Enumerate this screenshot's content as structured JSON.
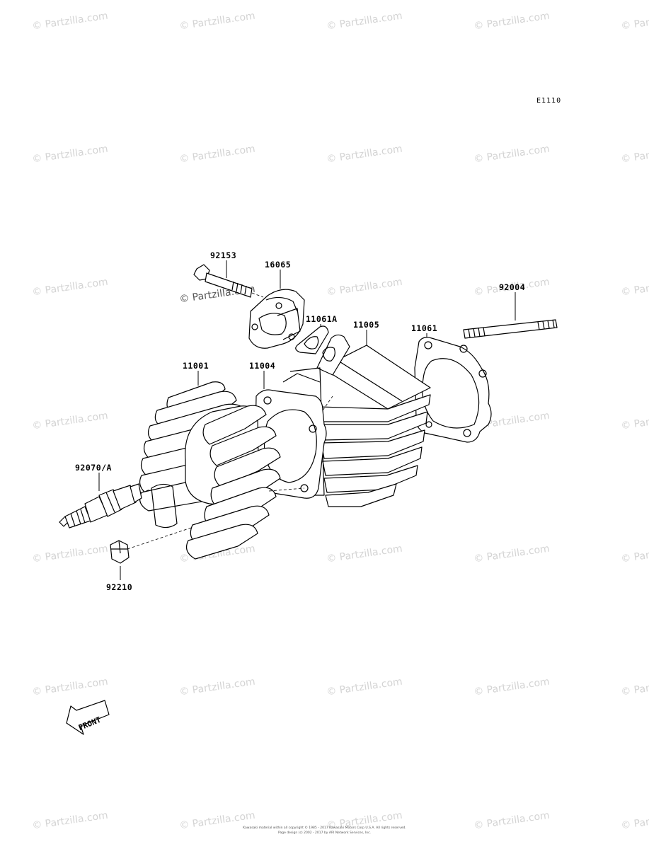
{
  "watermark": {
    "text": "© Partzilla.com"
  },
  "diagram_code": "E1110",
  "parts": [
    {
      "id": "p92153",
      "label": "92153"
    },
    {
      "id": "p16065",
      "label": "16065"
    },
    {
      "id": "p11061A",
      "label": "11061A"
    },
    {
      "id": "p11005",
      "label": "11005"
    },
    {
      "id": "p11061",
      "label": "11061"
    },
    {
      "id": "p92004",
      "label": "92004"
    },
    {
      "id": "p11001",
      "label": "11001"
    },
    {
      "id": "p11004",
      "label": "11004"
    },
    {
      "id": "p92070A",
      "label": "92070/A"
    },
    {
      "id": "p92210",
      "label": "92210"
    }
  ],
  "front_arrow": {
    "text": "FRONT"
  },
  "copyright": {
    "line1": "Kawasaki material within all copyright © 1985 - 2017 Kawasaki Motors Corp U.S.A. All rights reserved.",
    "line2": "Page design (c) 2002 - 2017 by ARI Network Services, Inc."
  }
}
